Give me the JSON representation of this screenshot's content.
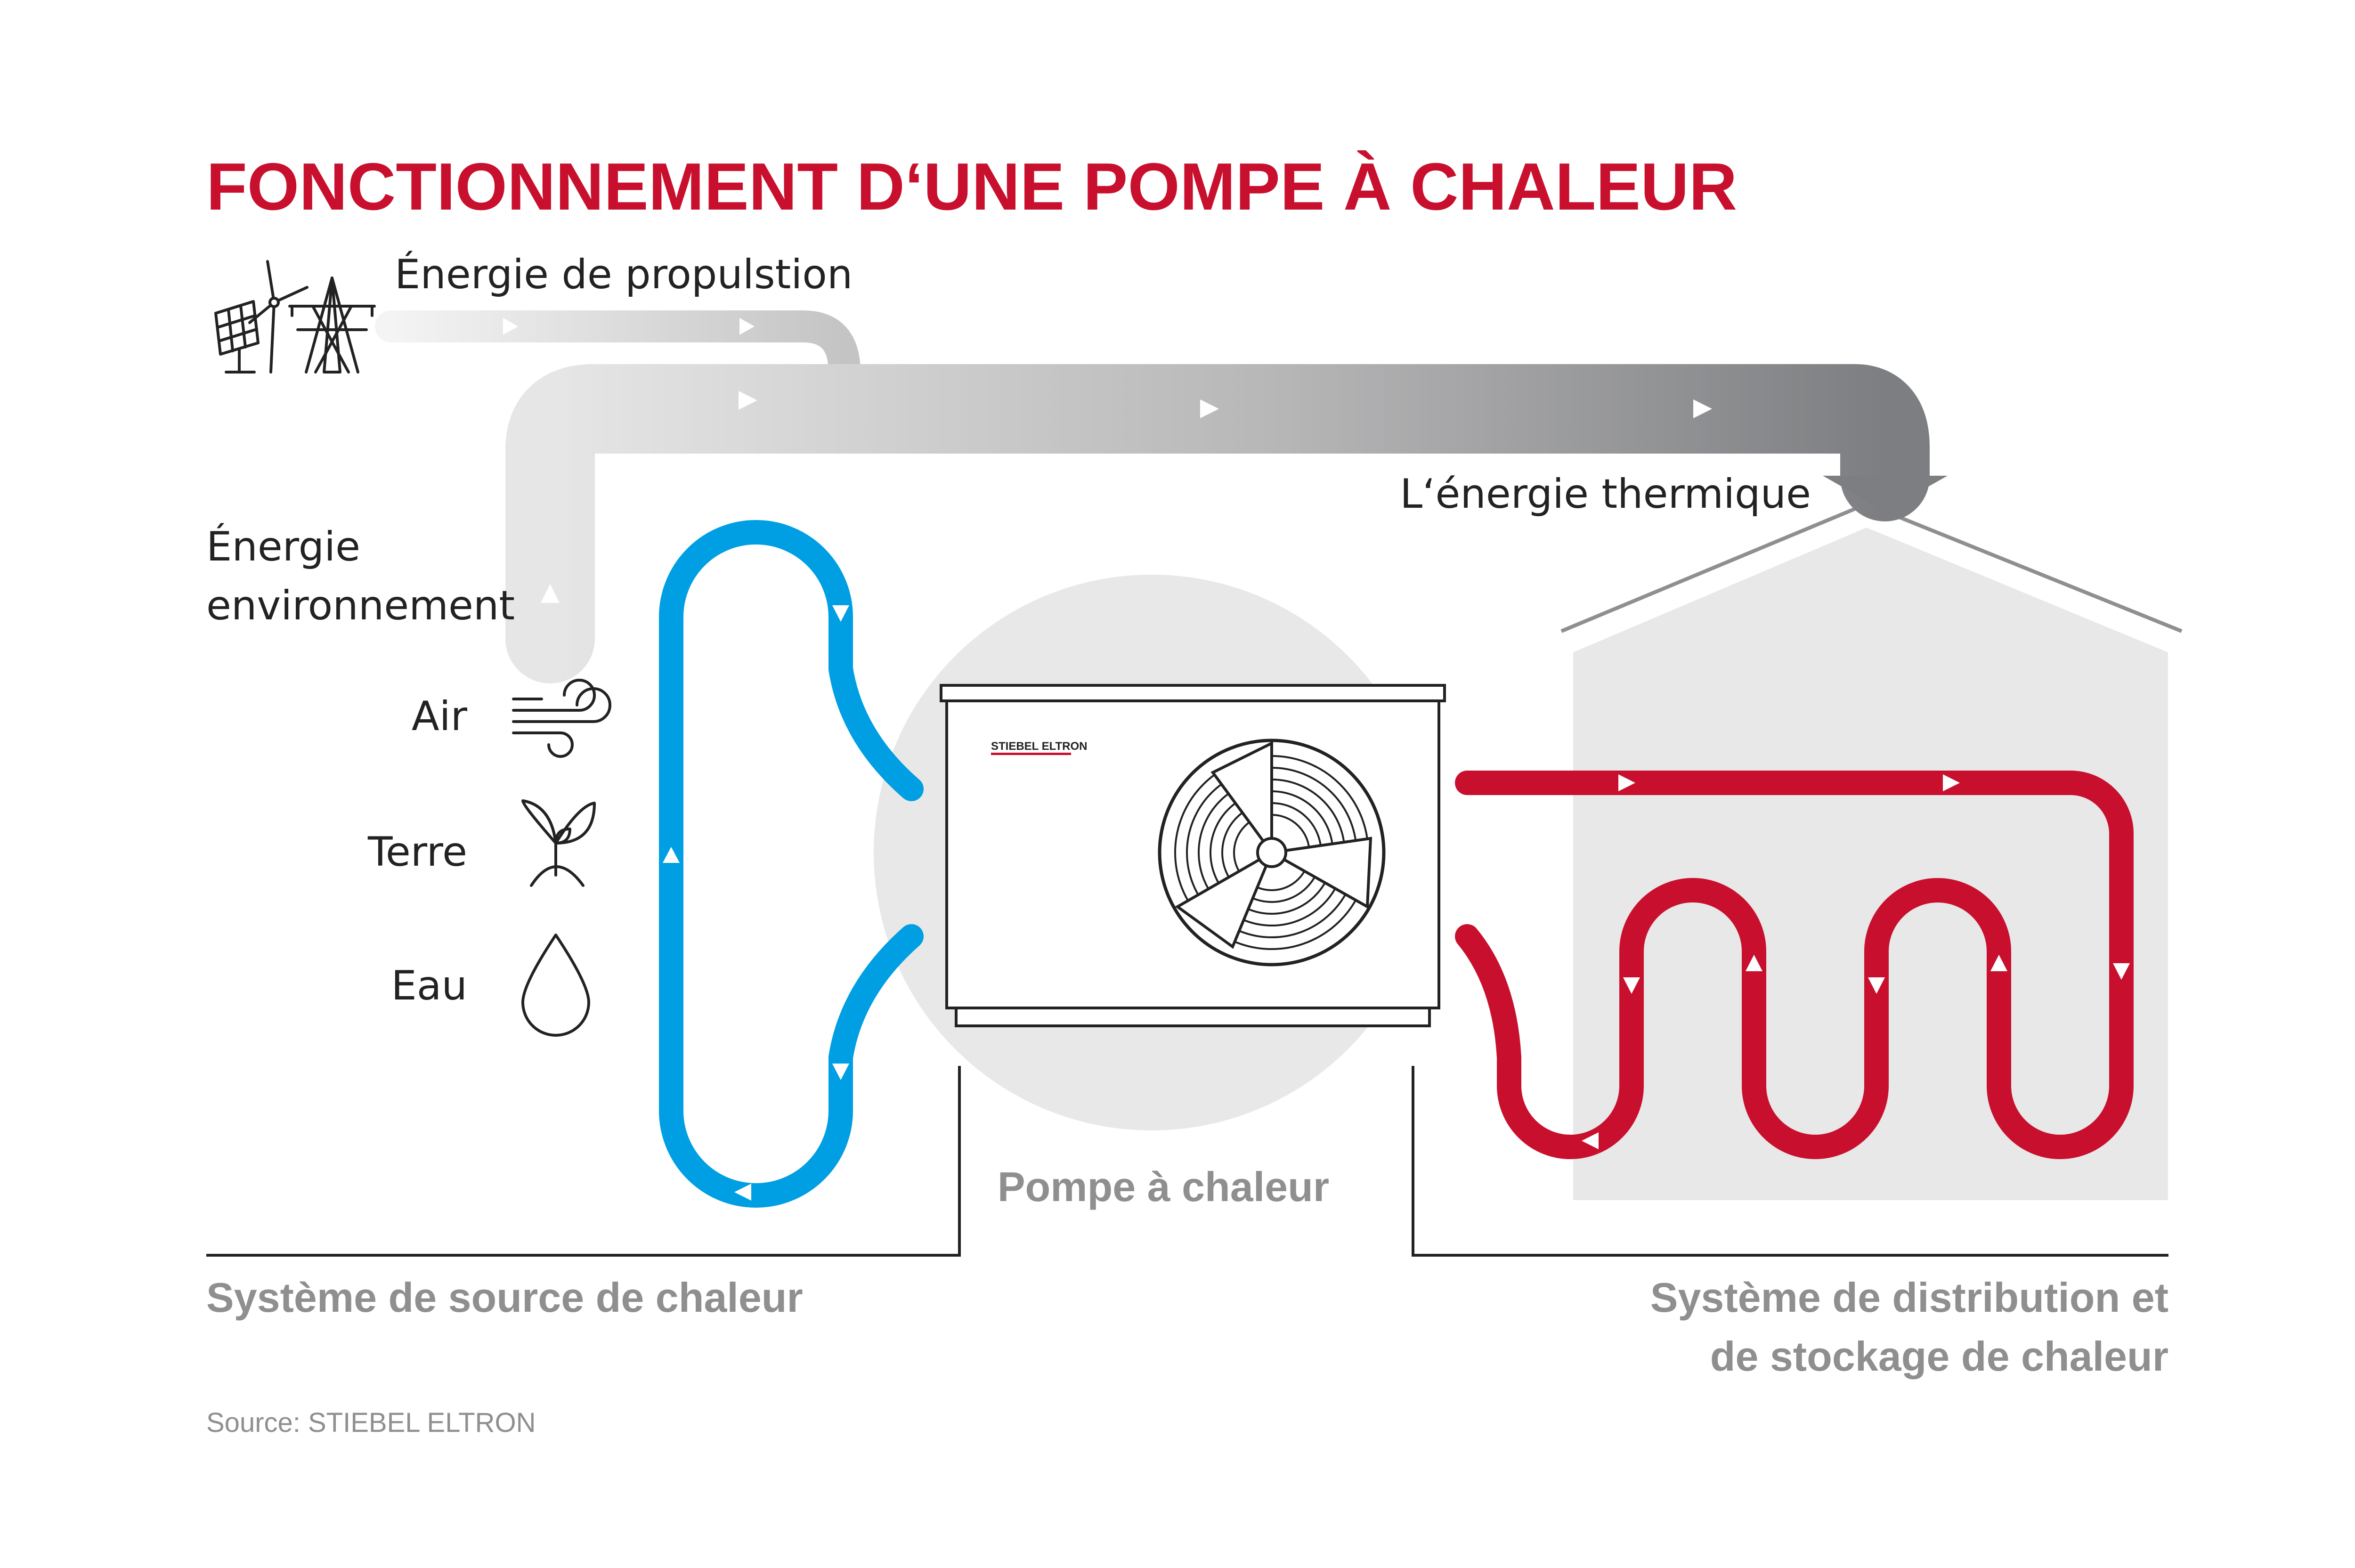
{
  "title": "FONCTIONNEMENT D‘UNE POMPE À CHALEUR",
  "labels": {
    "drive_energy": "Énergie de propulstion",
    "thermal_energy": "L‘énergie thermique",
    "env_energy_line1": "Énergie",
    "env_energy_line2": "environnement",
    "air": "Air",
    "earth": "Terre",
    "water": "Eau",
    "heat_pump": "Pompe à chaleur",
    "brand_on_unit": "STIEBEL ELTRON",
    "source_system": "Système de source de chaleur",
    "distribution_line1": "Système de distribution et",
    "distribution_line2": "de stockage de chaleur",
    "source_note": "Source: STIEBEL ELTRON"
  },
  "colors": {
    "title": "#c8102e",
    "source_loop": "#009fe3",
    "heating_loop": "#c8102e",
    "energy_arrow_light": "#e6e6e6",
    "energy_arrow_dark": "#808285",
    "house": "#e8e8e8",
    "muted_text": "#8f8f8f"
  },
  "icons": [
    "power-sources-icon",
    "wind-icon",
    "plant-icon",
    "water-drop-icon",
    "fan-icon"
  ]
}
